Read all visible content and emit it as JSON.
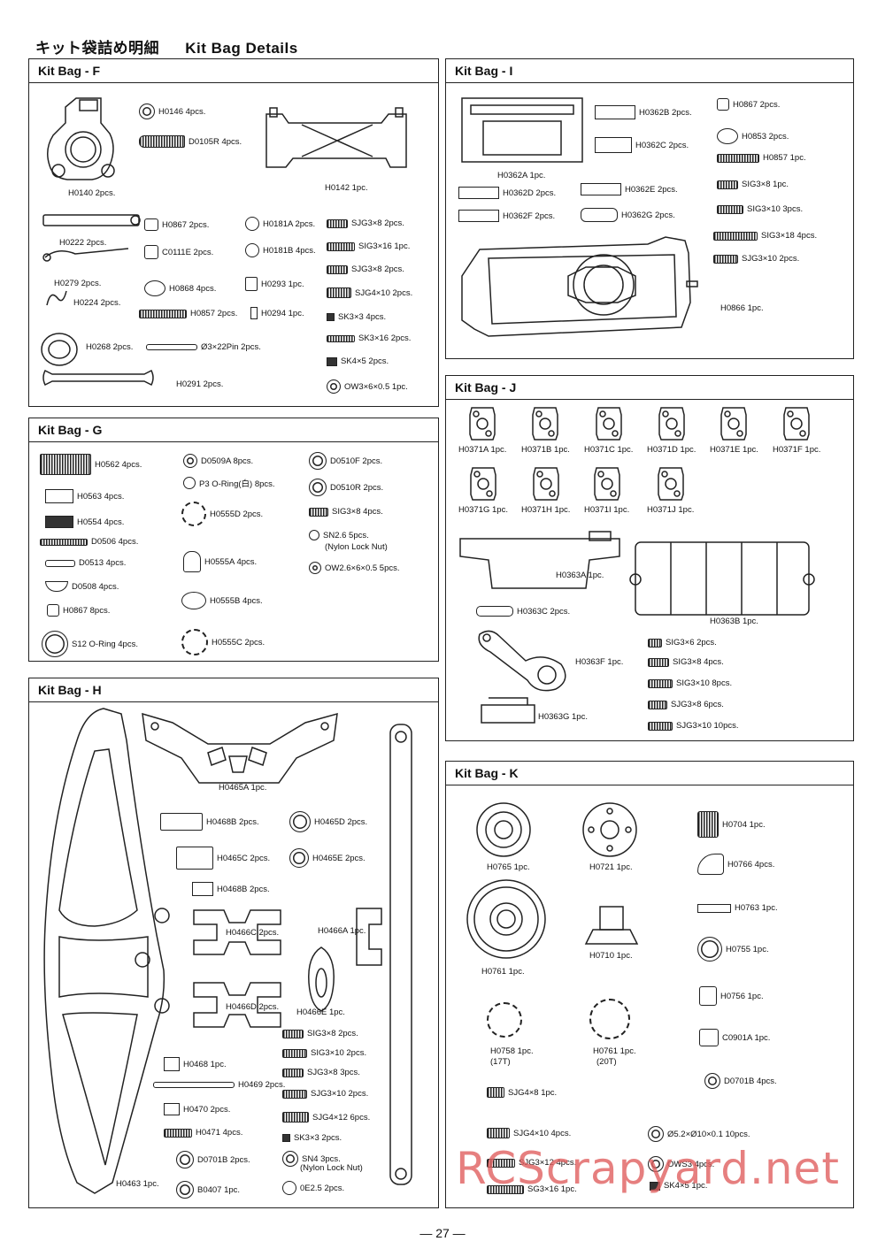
{
  "page": {
    "title_jp": "キット袋詰め明細",
    "title_en": "Kit Bag Details",
    "page_number": "— 27 —",
    "watermark": "RCScrapyard.net"
  },
  "bags": {
    "F": {
      "title": "Kit Bag - F",
      "parts": [
        "H0146 4pcs.",
        "D0105R 4pcs.",
        "H0140 2pcs.",
        "H0142 1pc.",
        "H0222 2pcs.",
        "H0867 2pcs.",
        "C0111E 2pcs.",
        "H0181A 2pcs.",
        "H0181B 4pcs.",
        "SJG3×8 2pcs.",
        "SIG3×16 1pc.",
        "SJG3×8 2pcs.",
        "H0279 2pcs.",
        "H0224 2pcs.",
        "H0868 4pcs.",
        "H0293 1pc.",
        "SJG4×10 2pcs.",
        "H0857 2pcs.",
        "H0294 1pc.",
        "SK3×3 4pcs.",
        "H0268 2pcs.",
        "Ø3×22Pin 2pcs.",
        "SK3×16 2pcs.",
        "SK4×5 2pcs.",
        "H0291 2pcs.",
        "OW3×6×0.5 1pc."
      ]
    },
    "I": {
      "title": "Kit Bag - I",
      "parts": [
        "H0362B 2pcs.",
        "H0867 2pcs.",
        "H0362C 2pcs.",
        "H0853 2pcs.",
        "H0857 1pc.",
        "H0362A 1pc.",
        "SIG3×8 1pc.",
        "H0362D 2pcs.",
        "H0362E 2pcs.",
        "SIG3×10 3pcs.",
        "H0362F 2pcs.",
        "H0362G 2pcs.",
        "SIG3×18 4pcs.",
        "SJG3×10 2pcs.",
        "H0866 1pc."
      ]
    },
    "J": {
      "title": "Kit Bag - J",
      "parts": [
        "H0371A 1pc.",
        "H0371B 1pc.",
        "H0371C 1pc.",
        "H0371D 1pc.",
        "H0371E 1pc.",
        "H0371F 1pc.",
        "H0371G 1pc.",
        "H0371H 1pc.",
        "H0371I 1pc.",
        "H0371J 1pc.",
        "H0363A 1pc.",
        "H0363C 2pcs.",
        "H0363B 1pc.",
        "SIG3×6 2pcs.",
        "H0363F 1pc.",
        "SIG3×8 4pcs.",
        "SIG3×10 8pcs.",
        "SJG3×8 6pcs.",
        "H0363G 1pc.",
        "SJG3×10 10pcs."
      ]
    },
    "G": {
      "title": "Kit Bag - G",
      "parts": [
        "H0562 4pcs.",
        "D0509A 8pcs.",
        "D0510F 2pcs.",
        "P3 O-Ring(白) 8pcs.",
        "H0563 4pcs.",
        "D0510R 2pcs.",
        "H0555D 2pcs.",
        "SIG3×8 4pcs.",
        "H0554 4pcs.",
        "D0506 4pcs.",
        "SN2.6 5pcs.",
        "(Nylon Lock Nut)",
        "D0513 4pcs.",
        "H0555A 4pcs.",
        "OW2.6×6×0.5 5pcs.",
        "D0508 4pcs.",
        "H0867 8pcs.",
        "H0555B 4pcs.",
        "S12 O-Ring 4pcs.",
        "H0555C 2pcs."
      ]
    },
    "H": {
      "title": "Kit Bag - H",
      "parts": [
        "H0465A 1pc.",
        "H0468B 2pcs.",
        "H0465D 2pcs.",
        "H0465C 2pcs.",
        "H0465E 2pcs.",
        "H0468B 2pcs.",
        "H0466C 2pcs.",
        "H0466A 1pc.",
        "H0466D 2pcs.",
        "H0466E 1pc.",
        "SIG3×8 2pcs.",
        "H0468 1pc.",
        "SIG3×10 2pcs.",
        "H0469 2pcs.",
        "SJG3×8 3pcs.",
        "SJG3×10 2pcs.",
        "H0470 2pcs.",
        "SJG4×12 6pcs.",
        "H0471 4pcs.",
        "SK3×3 2pcs.",
        "D0701B 2pcs.",
        "SN4 3pcs.",
        "(Nylon Lock Nut)",
        "H0463 1pc.",
        "B0407 1pc.",
        "0E2.5 2pcs."
      ]
    },
    "K": {
      "title": "Kit Bag - K",
      "parts": [
        "H0704 1pc.",
        "H0765 1pc.",
        "H0721 1pc.",
        "H0766 4pcs.",
        "H0763 1pc.",
        "H0710 1pc.",
        "H0755 1pc.",
        "H0761 1pc.",
        "H0756 1pc.",
        "H0758 1pc.",
        "(17T)",
        "H0761 1pc.",
        "(20T)",
        "C0901A 1pc.",
        "SJG4×8 1pc.",
        "D0701B 4pcs.",
        "SJG4×10 4pcs.",
        "Ø5.2×Ø10×0.1 10pcs.",
        "SJG3×12 4pcs.",
        "OWS3 4pcs.",
        "SG3×16 1pc.",
        "SK4×5 1pc."
      ]
    }
  }
}
